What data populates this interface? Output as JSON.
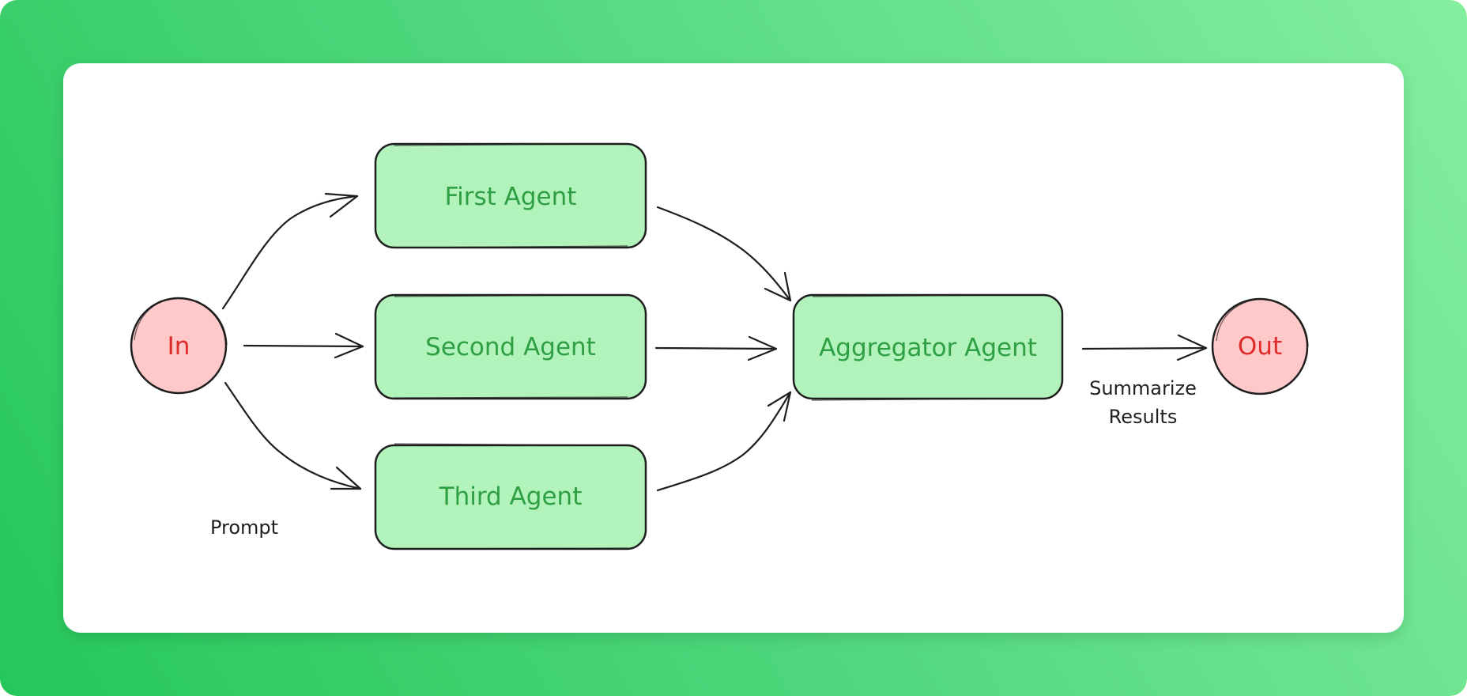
{
  "diagram": {
    "nodes": {
      "input": "In",
      "first_agent": "First Agent",
      "second_agent": "Second Agent",
      "third_agent": "Third Agent",
      "aggregator_agent": "Aggregator Agent",
      "output": "Out"
    },
    "edge_labels": {
      "prompt": "Prompt",
      "summarize_line1": "Summarize",
      "summarize_line2": "Results"
    },
    "colors": {
      "background_start": "#25c75a",
      "background_end": "#84ee9f",
      "agent_fill": "#b2f2bb",
      "agent_text": "#2f9f44",
      "io_fill": "#ffc9c9",
      "io_text": "#e02b2b",
      "stroke": "#1e1e1e"
    }
  }
}
